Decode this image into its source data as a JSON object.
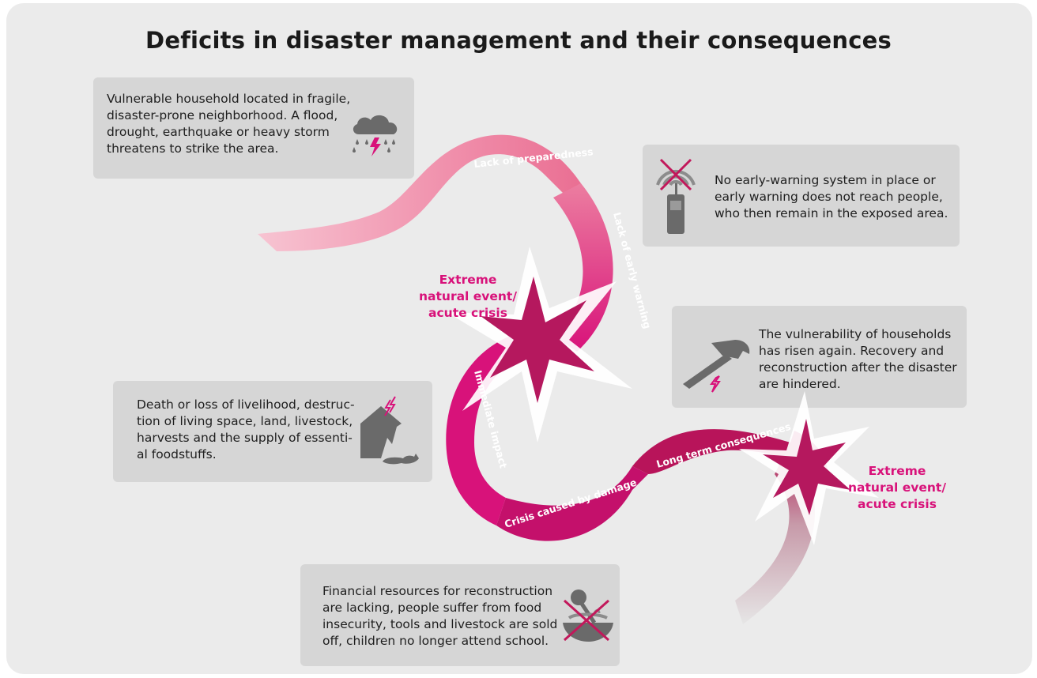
{
  "title": "Deficits in disaster management and their consequences",
  "boxes": {
    "vulnerable": "Vulnerable household located in fragile,\ndisaster-prone neighborhood. A flood,\ndrought, earthquake or heavy storm\nthreatens to strike the area.",
    "warning": "No early-warning system in place or\nearly warning does not reach people,\nwho then remain in the exposed area.",
    "recovery": "The vulnerability of households\nhas risen again. Recovery and\nreconstruction after the disaster\nare hindered.",
    "death": "Death or loss of livelihood, destruc-\ntion of living space, land, livestock,\nharvests and the supply of essenti-\nal foodstuffs.",
    "financial": "Financial resources for reconstruction\nare lacking, people suffer from food\ninsecurity, tools and livestock are sold\noff, children no longer attend school."
  },
  "events": {
    "first": "Extreme\nnatural event/\nacute crisis",
    "second": "Extreme\nnatural event/\nacute crisis"
  },
  "arrow_labels": {
    "preparedness": "Lack of preparedness",
    "early_warning": "Lack of early warning",
    "immediate": "Immediate impact",
    "crisis": "Crisis caused by damage",
    "long_term": "Long term consequences"
  },
  "icons": {
    "vulnerable": "rain-cloud-lightning-icon",
    "warning": "radio-crossed-icon",
    "recovery": "hammer-icon",
    "death": "damaged-house-icon",
    "financial": "empty-bowl-crossed-icon"
  },
  "colors": {
    "magenta": "#d8127a",
    "light_pink": "#f4a9c0",
    "box": "#d6d6d6",
    "background": "#ebebeb"
  }
}
